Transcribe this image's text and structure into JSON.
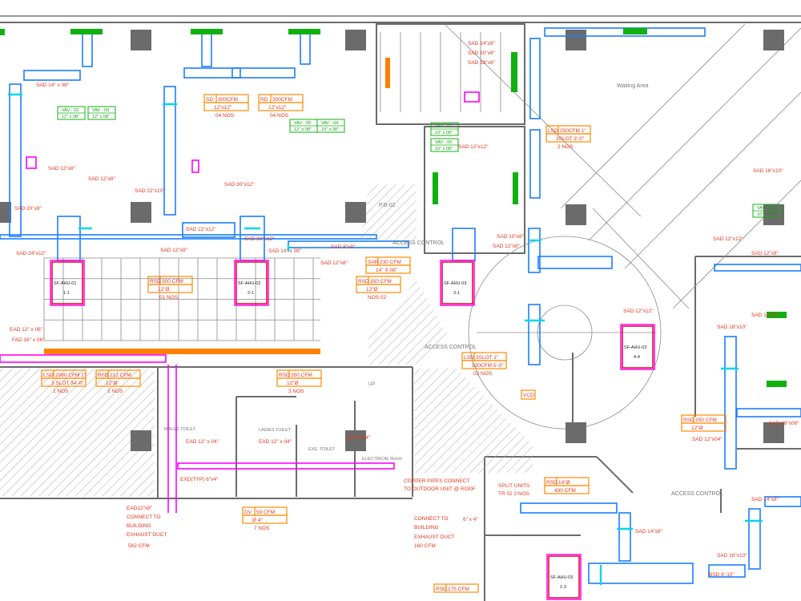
{
  "drawing": {
    "colors": {
      "walls": "#6b6b6b",
      "supply_duct": "#1a7fff",
      "exhaust_duct": "#ff00ff",
      "labels": "#e8341c",
      "tags": "#ff8a00",
      "vav": "#10b010",
      "damper": "#00d8e8"
    },
    "tags": [
      {
        "type": "SD",
        "cfm": "300CFM",
        "size": "12\"x12\"",
        "qty": "04 NOS"
      },
      {
        "type": "RD",
        "cfm": "300CFM",
        "size": "12\"x12\"",
        "qty": "04 NOS"
      },
      {
        "type": "LSD",
        "cfm": "250CFM  1\"",
        "size": "3SLOT  3'-0\"",
        "qty": "2 NOS"
      },
      {
        "type": "SAR",
        "cfm": "230 CFM",
        "size": "14\" X 08\"",
        "qty": ""
      },
      {
        "type": "RSD",
        "cfm": "350 CFM",
        "size": "12\"Ø",
        "qty": "NOS 02"
      },
      {
        "type": "RSD",
        "cfm": "300 CFM",
        "size": "12\"Ø",
        "qty": "01 NOS"
      },
      {
        "type": "LSD",
        "cfm": "2080 CFM  1\"",
        "size": "3 SLOT  34'-0\"",
        "qty": "1 NOS"
      },
      {
        "type": "RFD",
        "cfm": "212 CFM",
        "size": "12\"Ø",
        "qty": "2 NOS"
      },
      {
        "type": "RSD",
        "cfm": "350 CFM",
        "size": "12\"Ø",
        "qty": "3 NOS"
      },
      {
        "type": "DV",
        "cfm": "50 CFM",
        "size": "Ø 4\"",
        "qty": "7 NOS"
      },
      {
        "type": "LSD",
        "cfm": "3SLOT  1\"",
        "size": "500CFM  5'-0\"",
        "qty": "02 NOS"
      },
      {
        "type": "RSD",
        "cfm": "14\"Ø",
        "size": "430 CFM",
        "qty": ""
      },
      {
        "type": "RSD",
        "cfm": "250 CFM",
        "size": "12\"Ø",
        "qty": ""
      },
      {
        "type": "RSD",
        "cfm": "175 CFM",
        "size": "",
        "qty": ""
      }
    ],
    "vav": [
      {
        "name": "VAV - 02",
        "size": "12\" x 08\""
      },
      {
        "name": "VAV - 03",
        "size": "12\" x 08\""
      },
      {
        "name": "VAV - 05",
        "size": "12\" x 08\""
      },
      {
        "name": "VAV - 04",
        "size": "10\" x 08\""
      },
      {
        "name": "VAV - 07",
        "size": "10\" x 08\""
      },
      {
        "name": "VAV - 06",
        "size": "10\" x 08\""
      },
      {
        "name": "VAV - 08",
        "size": "10\" x 10\""
      }
    ],
    "duct_labels": [
      "SAD 14\" x 08\"",
      "SAD 12\"x8\"",
      "SAD 12\"x8\"",
      "SAD 20\"x8\"",
      "SAD 22\"x10\"",
      "SAD 22\"x12\"",
      "SAD 12\"x8\"",
      "SAD 30\"x12\"",
      "SAD 30\"x12\"",
      "SAD 14\" x 08\"",
      "SAD 24\"x12\"",
      "SAD 8\"x8\"",
      "SAD 12\"x8\"",
      "SAD 14\"x8\"",
      "SAD 18\"x8\"",
      "SAD 10\"x8\"",
      "SAD 12\"x8\"",
      "SAD 12\"x12\"",
      "SAD 16\"x10\"",
      "SAD 12\"x12\"",
      "SAD 18\"x10\"",
      "SAD 12\"x8\"",
      "SAD 08\"x08\"",
      "SAD 12\"x04\"",
      "SAD 14\"x8\"",
      "SAD 16\"x10\"",
      "BSD 8'-10\"",
      "EAD 12\" x 08\"",
      "FAD 16\" x 06\"",
      "EAD 12\" x 04\"",
      "EAD 12\" x 04\"",
      "EXD 6\"x4\"",
      "EXD(TYP) 6\"x4\"",
      "SAD 14\"x8\"",
      "SAD 10\"x8\"",
      "SAD 12\"x12\"",
      "SAD 12\"x8\""
    ],
    "equipment": [
      {
        "name": "SF-AHU-01",
        "zone": "1-1"
      },
      {
        "name": "SF-AHU-02",
        "zone": "2-1"
      },
      {
        "name": "SF-AHU-03",
        "zone": "3-1"
      },
      {
        "name": "SF-AHU-03",
        "zone": "4-4"
      },
      {
        "name": "SF-AHU-03",
        "zone": "1-3"
      }
    ],
    "rooms": {
      "waiting": "Waiting Area",
      "access1": "ACCESS CONTROL",
      "access2": "ACCESS CONTROL",
      "access3": "ACCESS CONTROL",
      "pb": "P.B-02",
      "males": "MALES TOILET",
      "ladies": "LADIES TOILET",
      "exe": "EXE. TOILET",
      "elec": "ELECTRICAL Room",
      "up": "UP"
    },
    "notes": {
      "exhaust1": [
        "EAD12\"x8\"",
        "CONNECT TO",
        "BUILDING",
        "EXHAUST DUCT",
        "562 CFM"
      ],
      "exhaust2": [
        "CONNECT TO",
        "BUILDING",
        "EXHAUST DUCT",
        "160 CFM"
      ],
      "copper": [
        "COPPER PIPES CONNECT",
        "TO OUTDOOR UNIT @ ROOF"
      ],
      "split": [
        "SPLIT UNITS",
        "TR 02   2 NOS"
      ],
      "size64": "6\" x 4\"",
      "vcd": "VCD"
    }
  }
}
